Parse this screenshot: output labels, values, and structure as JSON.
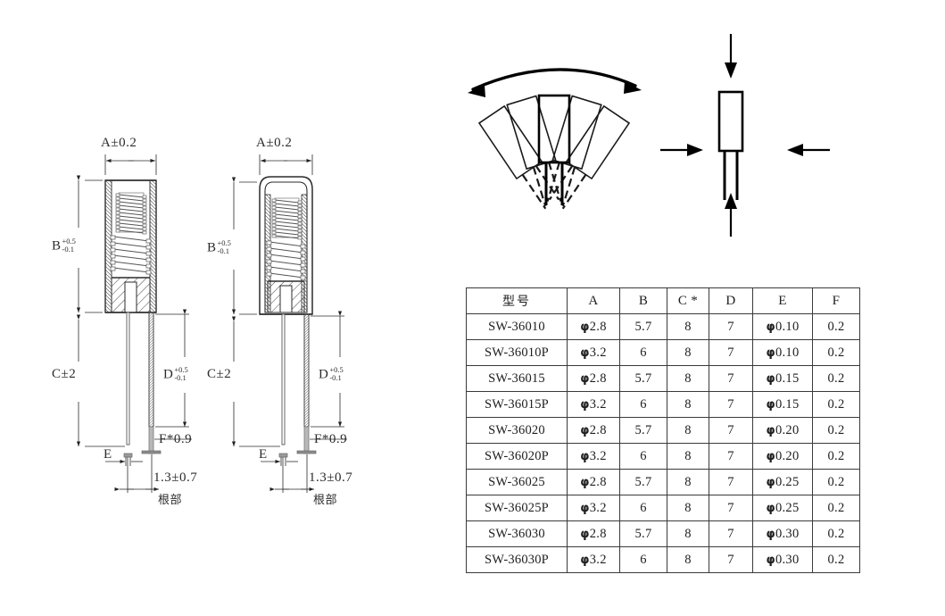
{
  "document": {
    "kind": "mechanical-drawing",
    "background_color": "#ffffff",
    "line_color": "#1a1a1a"
  },
  "drawings": {
    "view_left": {
      "name": "standard-type-cross-section",
      "dimensions": {
        "width": "A",
        "width_tolerance": "±0.2",
        "body_height": "B",
        "body_height_tol_upper": "+0.5",
        "body_height_tol_lower": "-0.1",
        "short_lead": "C",
        "short_lead_tolerance": "±2",
        "long_lead": "D",
        "long_lead_tol_upper": "+0.5",
        "long_lead_tol_lower": "-0.1",
        "lead_diameter": "E",
        "tip_length": "F*0.9",
        "root_spacing": "1.3±0.7",
        "root_label": "根部"
      }
    },
    "view_right": {
      "name": "p-type-coated-cross-section",
      "dimensions": {
        "width": "A",
        "width_tolerance": "±0.2",
        "body_height": "B",
        "body_height_tol_upper": "+0.5",
        "body_height_tol_lower": "-0.1",
        "short_lead": "C",
        "short_lead_tolerance": "±2",
        "long_lead": "D",
        "long_lead_tol_upper": "+0.5",
        "long_lead_tol_lower": "-0.1",
        "lead_diameter": "E",
        "tip_length": "F*0.9",
        "root_spacing": "1.3±0.7",
        "root_label": "根部"
      }
    },
    "view_tilt": {
      "name": "angular-deflection-diagram",
      "ghost_positions": 5,
      "arrow": "double-headed-curved-arrow"
    },
    "view_compression": {
      "name": "omnidirectional-force-diagram",
      "arrows": [
        "top-down",
        "left-right",
        "right-left",
        "bottom-up"
      ]
    }
  },
  "table": {
    "name": "specification-table",
    "headers": [
      "型号",
      "A",
      "B",
      "C *",
      "D",
      "E",
      "F"
    ],
    "rows": [
      {
        "model": "SW-36010",
        "a": "φ2.8",
        "b": "5.7",
        "c": "8",
        "d": "7",
        "e": "φ0.10",
        "f": "0.2"
      },
      {
        "model": "SW-36010P",
        "a": "φ3.2",
        "b": "6",
        "c": "8",
        "d": "7",
        "e": "φ0.10",
        "f": "0.2"
      },
      {
        "model": "SW-36015",
        "a": "φ2.8",
        "b": "5.7",
        "c": "8",
        "d": "7",
        "e": "φ0.15",
        "f": "0.2"
      },
      {
        "model": "SW-36015P",
        "a": "φ3.2",
        "b": "6",
        "c": "8",
        "d": "7",
        "e": "φ0.15",
        "f": "0.2"
      },
      {
        "model": "SW-36020",
        "a": "φ2.8",
        "b": "5.7",
        "c": "8",
        "d": "7",
        "e": "φ0.20",
        "f": "0.2"
      },
      {
        "model": "SW-36020P",
        "a": "φ3.2",
        "b": "6",
        "c": "8",
        "d": "7",
        "e": "φ0.20",
        "f": "0.2"
      },
      {
        "model": "SW-36025",
        "a": "φ2.8",
        "b": "5.7",
        "c": "8",
        "d": "7",
        "e": "φ0.25",
        "f": "0.2"
      },
      {
        "model": "SW-36025P",
        "a": "φ3.2",
        "b": "6",
        "c": "8",
        "d": "7",
        "e": "φ0.25",
        "f": "0.2"
      },
      {
        "model": "SW-36030",
        "a": "φ2.8",
        "b": "5.7",
        "c": "8",
        "d": "7",
        "e": "φ0.30",
        "f": "0.2"
      },
      {
        "model": "SW-36030P",
        "a": "φ3.2",
        "b": "6",
        "c": "8",
        "d": "7",
        "e": "φ0.30",
        "f": "0.2"
      }
    ]
  }
}
